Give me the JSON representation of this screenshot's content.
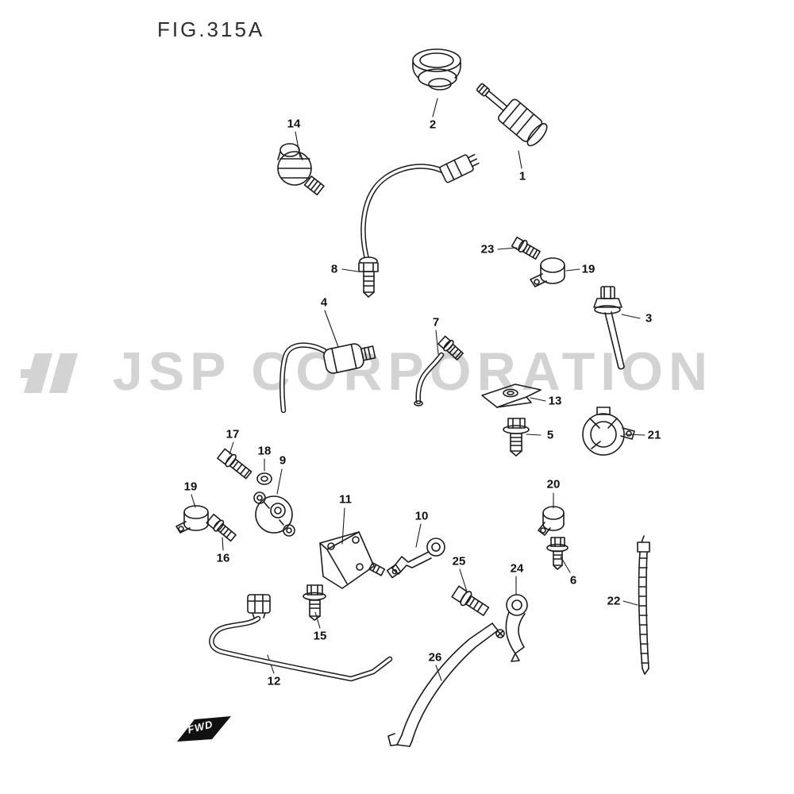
{
  "figure": {
    "title": "FIG.315A",
    "watermark": "JSP CORPORATION",
    "fwd_label": "FWD"
  },
  "colors": {
    "line": "#1c1c1c",
    "watermark_gray": "#d3d3d3",
    "fwd_flag": "#111111"
  },
  "callouts": [
    {
      "num": "14"
    },
    {
      "num": "2"
    },
    {
      "num": "1"
    },
    {
      "num": "8"
    },
    {
      "num": "23"
    },
    {
      "num": "19"
    },
    {
      "num": "3"
    },
    {
      "num": "4"
    },
    {
      "num": "7"
    },
    {
      "num": "13"
    },
    {
      "num": "5"
    },
    {
      "num": "21"
    },
    {
      "num": "17"
    },
    {
      "num": "18"
    },
    {
      "num": "9"
    },
    {
      "num": "19"
    },
    {
      "num": "16"
    },
    {
      "num": "11"
    },
    {
      "num": "10"
    },
    {
      "num": "20"
    },
    {
      "num": "6"
    },
    {
      "num": "25"
    },
    {
      "num": "24"
    },
    {
      "num": "22"
    },
    {
      "num": "15"
    },
    {
      "num": "12"
    },
    {
      "num": "26"
    }
  ]
}
